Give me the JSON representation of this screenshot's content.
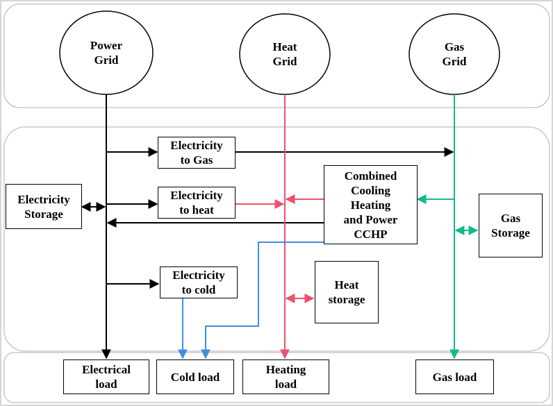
{
  "nodes": {
    "power_grid": "Power\nGrid",
    "heat_grid": "Heat\nGrid",
    "gas_grid": "Gas\nGrid",
    "electricity_to_gas": "Electricity\nto Gas",
    "electricity_to_heat": "Electricity\nto heat",
    "electricity_to_cold": "Electricity\nto cold",
    "electricity_storage": "Electricity\nStorage",
    "cchp": "Combined\nCooling\nHeating\nand Power\nCCHP",
    "gas_storage": "Gas\nStorage",
    "heat_storage": "Heat\nstorage",
    "electrical_load": "Electrical\nload",
    "cold_load": "Cold load",
    "heating_load": "Heating\nload",
    "gas_load": "Gas load"
  },
  "colors": {
    "electric": "#000000",
    "heat": "#f0506e",
    "gas": "#14b98c",
    "cold": "#3f8fe0",
    "panel_border": "#c8c8c8"
  }
}
